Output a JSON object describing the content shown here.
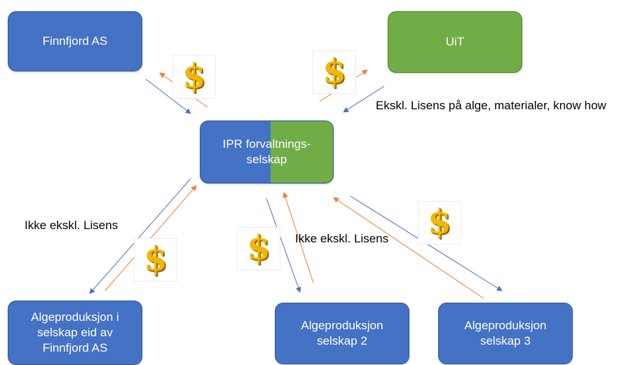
{
  "nodes": {
    "finnfjord": "Finnfjord AS",
    "uit": "UiT",
    "ipr": "IPR forvaltnings-\nselskap",
    "algae1": "Algeproduksjon i\nselskap eid av\nFinnfjord AS",
    "algae2": "Algeproduksjon\nselskap 2",
    "algae3": "Algeproduksjon\nselskap 3"
  },
  "labels": {
    "exclusive_license": "Ekskl. Lisens på alge, materialer, know how",
    "nonexclusive_left": "Ikke ekskl. Lisens",
    "nonexclusive_mid": "Ikke ekskl. Lisens"
  },
  "icons": {
    "dollar_glyph": "$",
    "dollar_color": "#f2b600"
  },
  "colors": {
    "node_blue": "#4472c4",
    "node_green": "#70ad47",
    "arrow_blue": "#4a72c4",
    "arrow_orange": "#ed7d31"
  }
}
